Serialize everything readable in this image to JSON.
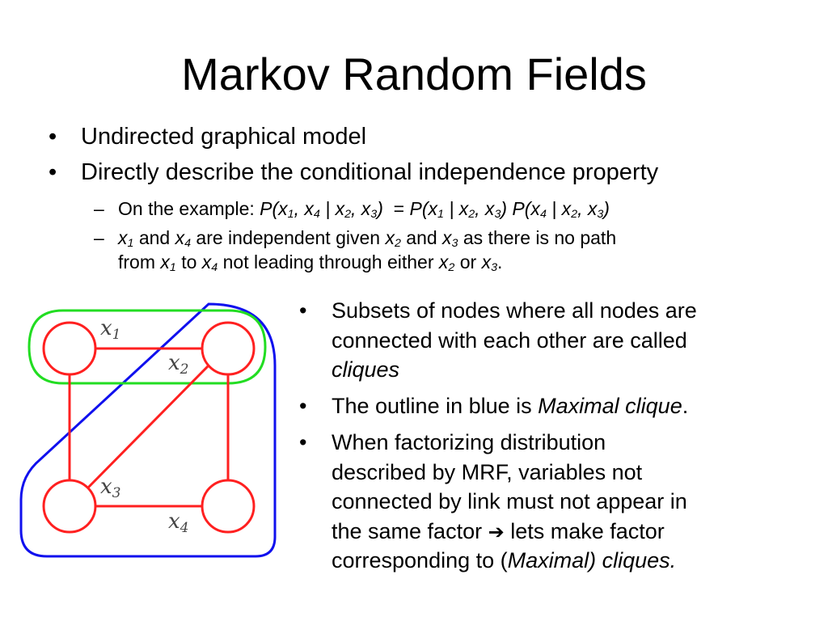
{
  "slide": {
    "title": "Markov Random Fields",
    "bullets": {
      "b1": "Undirected graphical model",
      "b2": "Directly describe the conditional independence property"
    },
    "sub1": {
      "prefix": "On the example: ",
      "lhs_open": "P(x",
      "lhs_s1": "1",
      "lhs_m1": ", x",
      "lhs_s2": "4",
      "lhs_m2": " | x",
      "lhs_s3": "2",
      "lhs_m3": ", x",
      "lhs_s4": "3",
      "lhs_close": ")",
      "eq": "  = ",
      "r1_open": "P(x",
      "r1_s1": "1",
      "r1_m1": " | x",
      "r1_s2": "2",
      "r1_m2": ", x",
      "r1_s3": "3",
      "r1_close": ")",
      "r2_open": " P(x",
      "r2_s1": "4",
      "r2_m1": " | x",
      "r2_s2": "2",
      "r2_m2": ", x",
      "r2_s3": "3",
      "r2_close": ")"
    },
    "sub2": {
      "x": "x",
      "s1": "1",
      "and1": " and ",
      "s4": "4",
      "t1": " are independent given ",
      "s2": "2",
      "and2": " and ",
      "s3": "3",
      "t2": " as there is no path",
      "from": "from ",
      "to": " to ",
      "t3": " not leading through either ",
      "or": " or ",
      "end": "."
    },
    "right": {
      "r1_line1": "Subsets of nodes where all nodes are",
      "r1_line2": "connected with each other are called",
      "r1_line3": "cliques",
      "r2_pre": "The outline in blue is ",
      "r2_em": "Maximal clique",
      "r2_post": ".",
      "r3_line1": "When factorizing distribution",
      "r3_line2": "described by MRF, variables not",
      "r3_line3": "connected by link must not appear in",
      "r3_line4_pre": "the same factor ",
      "r3_arrow": "➔",
      "r3_line4_post": " lets make factor",
      "r3_line5_pre": "corresponding to (",
      "r3_line5_em": "Maximal) cliques."
    },
    "bullet_char": "•",
    "dash_char": "–"
  },
  "graph": {
    "labels": {
      "x1": "x",
      "s1": "1",
      "x2": "x",
      "s2": "2",
      "x3": "x",
      "s3": "3",
      "x4": "x",
      "s4": "4"
    },
    "colors": {
      "nodes": "#ff2020",
      "edges": "#ff2020",
      "clique": "#22dd22",
      "maximal_clique": "#1010ee"
    }
  }
}
